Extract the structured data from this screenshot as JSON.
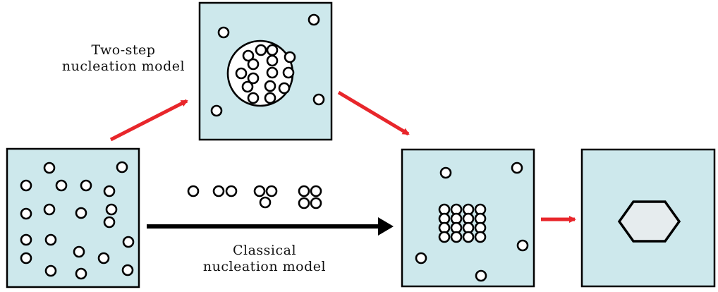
{
  "labels": {
    "two_step_line1": "Two-step",
    "two_step_line2": "nucleation model",
    "classical_line1": "Classical",
    "classical_line2": "nucleation model"
  },
  "colors": {
    "panel_fill": "#cde8ec",
    "red_arrow": "#e8262b",
    "black_arrow": "#000000",
    "crystal_fill": "#e6ecee",
    "dense_liquid_fill": "#ffffff",
    "particle_outline": "#000000"
  },
  "panels": [
    {
      "name": "initial-solution-panel"
    },
    {
      "name": "dense-liquid-droplet-panel"
    },
    {
      "name": "ordered-nucleus-panel"
    },
    {
      "name": "crystal-panel"
    }
  ],
  "stages": [
    {
      "name": "monomer"
    },
    {
      "name": "dimer"
    },
    {
      "name": "trimer"
    },
    {
      "name": "tetramer"
    }
  ]
}
